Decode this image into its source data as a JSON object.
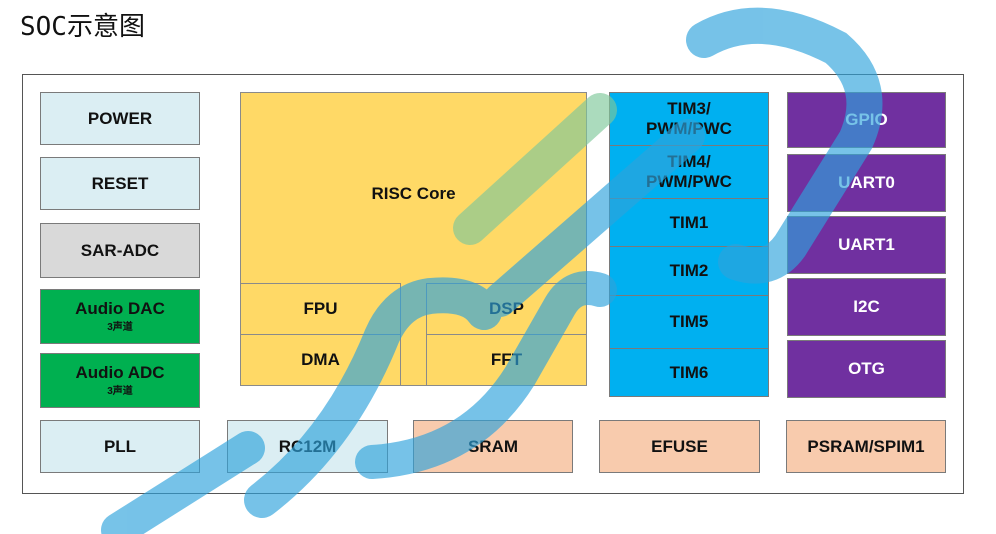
{
  "title": "SOC示意图",
  "left_column": {
    "power": "POWER",
    "reset": "RESET",
    "sar_adc": "SAR-ADC",
    "audio_dac": "Audio DAC",
    "audio_dac_sub": "3声道",
    "audio_adc": "Audio ADC",
    "audio_adc_sub": "3声道"
  },
  "core": {
    "risc": "RISC Core",
    "fpu": "FPU",
    "dma": "DMA",
    "dsp": "DSP",
    "fft": "FFT"
  },
  "timers": {
    "tim3_l1": "TIM3/",
    "tim3_l2": "PWM/PWC",
    "tim4_l1": "TIM4/",
    "tim4_l2": "PWM/PWC",
    "tim1": "TIM1",
    "tim2": "TIM2",
    "tim5": "TIM5",
    "tim6": "TIM6"
  },
  "peripherals": {
    "gpio": "GPIO",
    "uart0": "UART0",
    "uart1": "UART1",
    "i2c": "I2C",
    "otg": "OTG"
  },
  "bottom_row": {
    "pll": "PLL",
    "rc12m": "RC12M",
    "sram": "SRAM",
    "efuse": "EFUSE",
    "psram": "PSRAM/SPIM1"
  },
  "colors": {
    "light_blue": "#dbeef3",
    "gray": "#d9d9d9",
    "green": "#00b050",
    "yellow": "#ffd966",
    "cyan": "#00b0f0",
    "purple": "#7030a0",
    "salmon": "#f8cbad",
    "watermark": "#2ea3dc"
  }
}
